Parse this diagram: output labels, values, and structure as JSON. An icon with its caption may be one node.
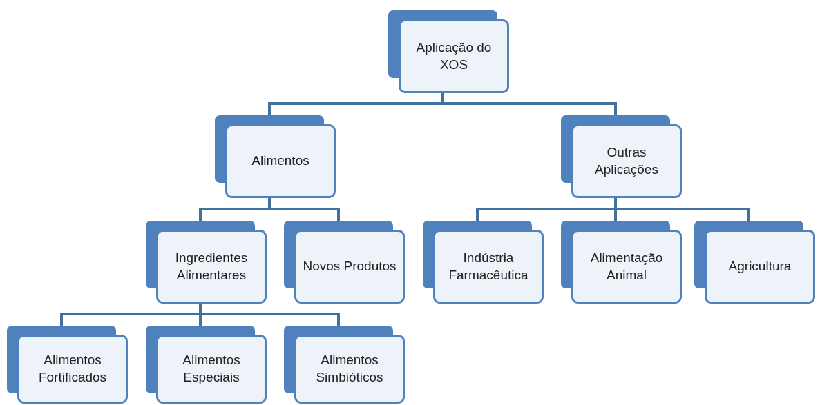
{
  "diagram": {
    "nodes": [
      {
        "text": [
          "Aplicação do XOS"
        ]
      },
      {
        "text": [
          "Alimentos"
        ]
      },
      {
        "text": [
          "Outras Aplicações"
        ]
      },
      {
        "text": [
          "Ingredientes Alimentares"
        ]
      },
      {
        "text": [
          "Novos Produtos"
        ]
      },
      {
        "text": [
          "Indústria Farmacêutica"
        ]
      },
      {
        "text": [
          "Alimentação Animal"
        ]
      },
      {
        "text": [
          "Agricultura"
        ]
      },
      {
        "text": [
          "Alimentos Fortificados"
        ]
      },
      {
        "text": [
          "Alimentos Especiais"
        ]
      },
      {
        "text": [
          "Alimentos Simbióticos"
        ]
      }
    ],
    "edges": [
      {
        "from": 0,
        "to": 1,
        "arrow": "none"
      },
      {
        "from": 0,
        "to": 2,
        "arrow": "none"
      },
      {
        "from": 1,
        "to": 3,
        "arrow": "none"
      },
      {
        "from": 1,
        "to": 4,
        "arrow": "none"
      },
      {
        "from": 2,
        "to": 5,
        "arrow": "none"
      },
      {
        "from": 2,
        "to": 6,
        "arrow": "none"
      },
      {
        "from": 2,
        "to": 7,
        "arrow": "none"
      },
      {
        "from": 3,
        "to": 8,
        "arrow": "none"
      },
      {
        "from": 3,
        "to": 9,
        "arrow": "none"
      },
      {
        "from": 3,
        "to": 10,
        "arrow": "none"
      }
    ]
  }
}
